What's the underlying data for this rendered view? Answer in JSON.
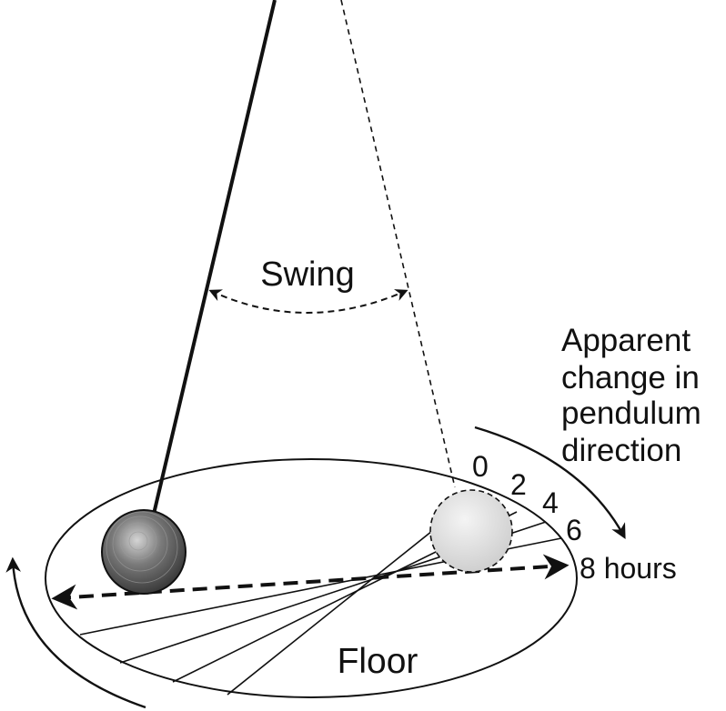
{
  "labels": {
    "swing": "Swing",
    "apparent_change_lines": [
      "Apparent",
      "change in",
      "pendulum",
      "direction"
    ],
    "floor": "Floor"
  },
  "hour_marks": [
    "0",
    "2",
    "4",
    "6",
    "8 hours"
  ],
  "colors": {
    "ink": "#111111",
    "ball_dark": "#5a5a5a",
    "ball_light": "#e2e2e2"
  }
}
